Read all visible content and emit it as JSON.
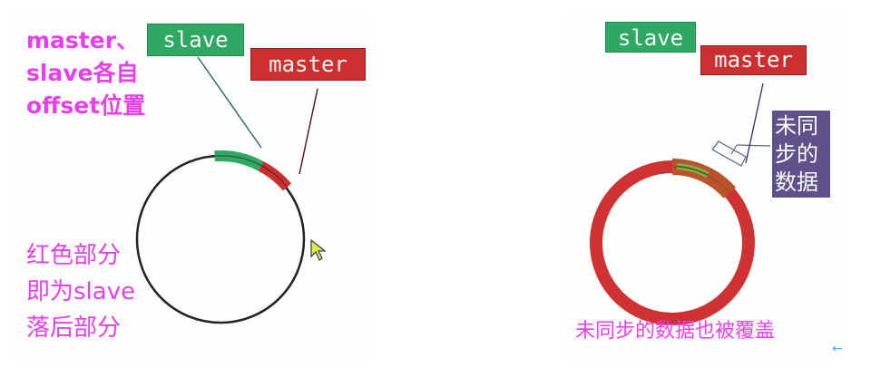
{
  "left_diagram": {
    "caption_top": [
      "master、",
      "slave各自",
      "offset位置"
    ],
    "caption_bottom": [
      "红色部分",
      "即为slave",
      "落后部分"
    ],
    "slave_label": "slave",
    "master_label": "master"
  },
  "right_diagram": {
    "slave_label": "slave",
    "master_label": "master",
    "unsynced_label": [
      "未同",
      "步的",
      "数据"
    ],
    "caption": "未同步的数据也被覆盖"
  },
  "colors": {
    "slave_green": "#2ea863",
    "master_red": "#cc2f2f",
    "ring_red": "#cf3232",
    "unsynced_purple": "#5f5189",
    "caption_pink": "#e540ea",
    "cursor_yellow": "#d8ef4a"
  },
  "icons": {
    "cursor": "mouse-pointer-icon",
    "back": "back-arrow-icon"
  },
  "back_glyph": "←"
}
